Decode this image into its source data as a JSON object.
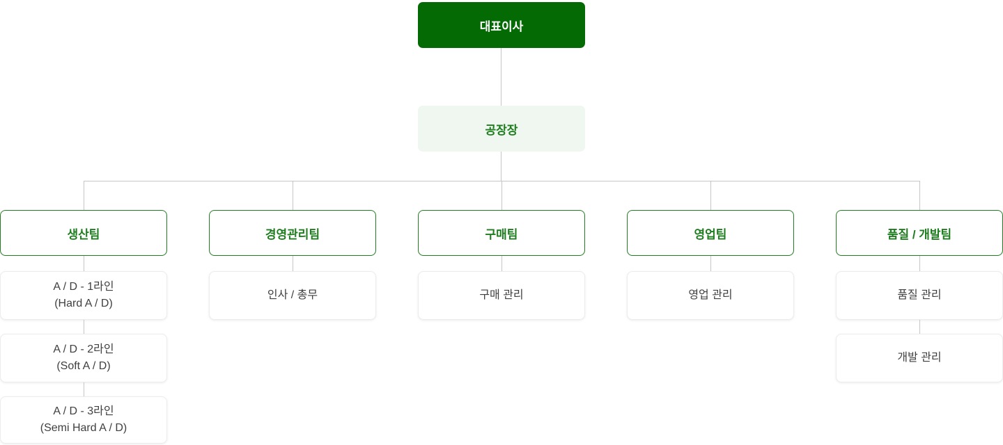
{
  "colors": {
    "root_bg": "#046a04",
    "root_text": "#ffffff",
    "factory_bg": "#f0f6f0",
    "green": "#1e7d1e",
    "sub_text": "#3f3f3f",
    "connector": "#c6c6c6"
  },
  "chart": {
    "type": "org-chart",
    "root": {
      "label": "대표이사"
    },
    "factory": {
      "label": "공장장"
    },
    "departments": [
      {
        "label": "생산팀",
        "children": [
          "A / D - 1라인\n(Hard A / D)",
          "A / D - 2라인\n(Soft A / D)",
          "A / D - 3라인\n(Semi Hard A / D)"
        ]
      },
      {
        "label": "경영관리팀",
        "children": [
          "인사 / 총무"
        ]
      },
      {
        "label": "구매팀",
        "children": [
          "구매 관리"
        ]
      },
      {
        "label": "영업팀",
        "children": [
          "영업 관리"
        ]
      },
      {
        "label": "품질 / 개발팀",
        "children": [
          "품질 관리",
          "개발 관리"
        ]
      }
    ]
  }
}
